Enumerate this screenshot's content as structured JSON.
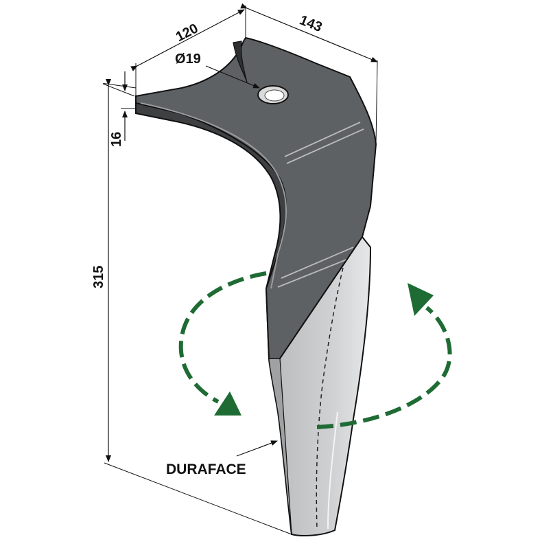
{
  "dimensions": {
    "width_top": "120",
    "width_diagonal": "143",
    "hole_diameter": "Ø19",
    "thickness": "16",
    "height": "315"
  },
  "labels": {
    "coating": "DURAFACE"
  },
  "rotation_arrows": {
    "color": "#1e6b34",
    "direction": "rotation arrows"
  },
  "colors": {
    "blade_dark": "#5e6163",
    "blade_light": "#c4c5c7",
    "outline": "#111111"
  }
}
